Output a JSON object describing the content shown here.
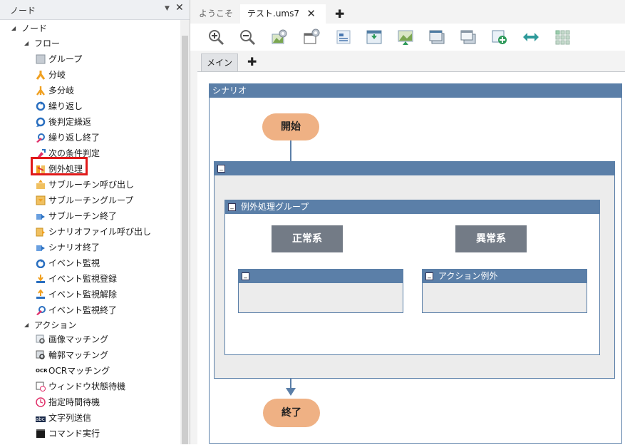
{
  "panel": {
    "title": "ノード",
    "pin_glyph": "▼",
    "close_glyph": "✕"
  },
  "tree": {
    "root": "ノード",
    "flow": {
      "label": "フロー",
      "items": [
        {
          "label": "グループ",
          "icon": "group-icon"
        },
        {
          "label": "分岐",
          "icon": "branch-icon"
        },
        {
          "label": "多分岐",
          "icon": "multi-branch-icon"
        },
        {
          "label": "繰り返し",
          "icon": "loop-icon"
        },
        {
          "label": "後判定繰返",
          "icon": "post-loop-icon"
        },
        {
          "label": "繰り返し終了",
          "icon": "loop-end-icon"
        },
        {
          "label": "次の条件判定",
          "icon": "next-condition-icon"
        },
        {
          "label": "例外処理",
          "icon": "exception-icon"
        },
        {
          "label": "サブルーチン呼び出し",
          "icon": "subroutine-call-icon"
        },
        {
          "label": "サブルーチングループ",
          "icon": "subroutine-group-icon"
        },
        {
          "label": "サブルーチン終了",
          "icon": "subroutine-end-icon"
        },
        {
          "label": "シナリオファイル呼び出し",
          "icon": "scenario-call-icon"
        },
        {
          "label": "シナリオ終了",
          "icon": "scenario-end-icon"
        },
        {
          "label": "イベント監視",
          "icon": "event-watch-icon"
        },
        {
          "label": "イベント監視登録",
          "icon": "event-register-icon"
        },
        {
          "label": "イベント監視解除",
          "icon": "event-unregister-icon"
        },
        {
          "label": "イベント監視終了",
          "icon": "event-end-icon"
        }
      ]
    },
    "action": {
      "label": "アクション",
      "items": [
        {
          "label": "画像マッチング",
          "icon": "image-match-icon"
        },
        {
          "label": "輪郭マッチング",
          "icon": "contour-match-icon"
        },
        {
          "label": "OCRマッチング",
          "icon": "ocr-icon"
        },
        {
          "label": "ウィンドウ状態待機",
          "icon": "window-wait-icon"
        },
        {
          "label": "指定時間待機",
          "icon": "clock-icon"
        },
        {
          "label": "文字列送信",
          "icon": "text-send-icon"
        },
        {
          "label": "コマンド実行",
          "icon": "command-icon"
        }
      ]
    },
    "ocr_badge": "OCR",
    "abc_badge": "abc"
  },
  "tabs": {
    "welcome": "ようこそ",
    "test": "テスト.ums7",
    "close": "✕",
    "add": "✚"
  },
  "subtabs": {
    "main": "メイン",
    "add": "✚"
  },
  "diagram": {
    "scenario": "シナリオ",
    "start": "開始",
    "end": "終了",
    "exception_group": "例外処理グループ",
    "normal": "正常系",
    "abnormal": "異常系",
    "action_exception": "アクション例外",
    "collapse_glyph": "_"
  },
  "colors": {
    "accent": "#5b7fa8",
    "pill": "#efb184",
    "grey_box": "#737b86",
    "highlight": "#e01a1a"
  }
}
